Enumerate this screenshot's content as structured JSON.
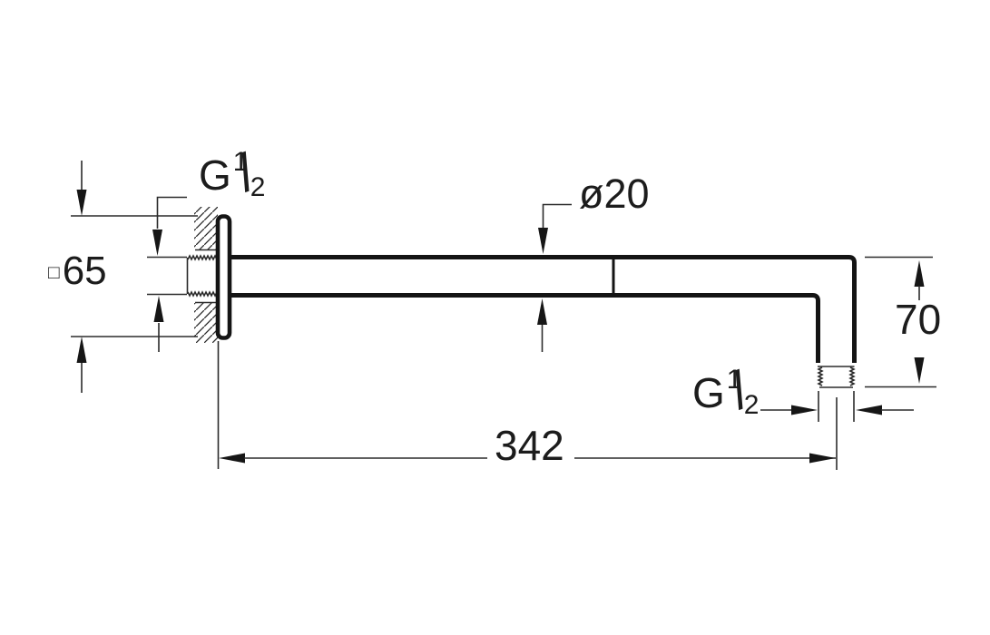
{
  "meta": {
    "type": "technical-drawing",
    "subject": "wall-mounted shower arm, side elevation",
    "background_color": "#ffffff",
    "line_color": "#1c1c1c"
  },
  "dimensions": {
    "inlet_thread": {
      "prefix": "G",
      "numerator": "1",
      "slash": "/",
      "denominator": "2"
    },
    "tube_diameter": {
      "symbol": "ø",
      "value": "20"
    },
    "flange_size": {
      "symbol": "□",
      "value": "65"
    },
    "drop_height": {
      "value": "70"
    },
    "outlet_thread": {
      "prefix": "G",
      "numerator": "1",
      "slash": "/",
      "denominator": "2"
    },
    "arm_length": {
      "value": "342"
    }
  }
}
